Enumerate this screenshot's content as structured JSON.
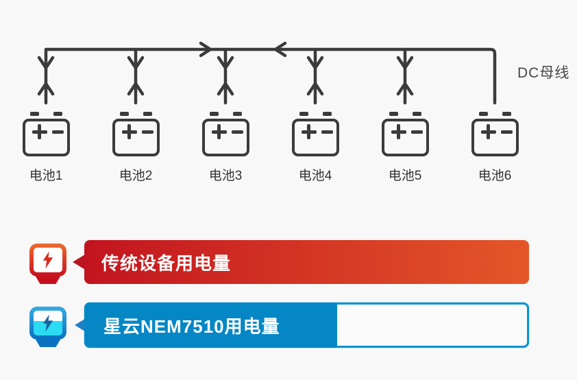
{
  "page": {
    "background": "#f8f8f8"
  },
  "diagram": {
    "bus_label": "DC母线",
    "line_color": "#3b3b3b",
    "flow": "bidirectional-arrows",
    "batteries": [
      "电池1",
      "电池2",
      "电池3",
      "电池4",
      "电池5",
      "电池6"
    ]
  },
  "comparison": {
    "rows": [
      {
        "id": "traditional",
        "label": "传统设备用电量",
        "icon": "power-meter-red-icon",
        "fill_percent": 100,
        "bar_color_start": "#c2141f",
        "bar_color_end": "#e45729"
      },
      {
        "id": "nem7510",
        "label": "星云NEM7510用电量",
        "icon": "power-meter-blue-icon",
        "fill_percent": 56,
        "bar_color": "#0687c5",
        "border_color": "#0d93cf",
        "empty_color": "#fbfbfb"
      }
    ]
  }
}
